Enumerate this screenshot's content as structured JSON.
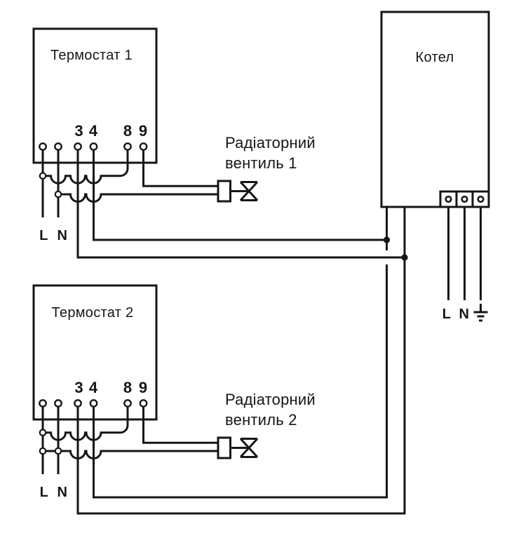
{
  "colors": {
    "background": "#ffffff",
    "line": "#161616",
    "text": "#161616"
  },
  "thermostat1": {
    "title": "Термостат 1",
    "terminals": [
      "3",
      "4",
      "8",
      "9"
    ],
    "line_label": "L",
    "neutral_label": "N"
  },
  "thermostat2": {
    "title": "Термостат 2",
    "terminals": [
      "3",
      "4",
      "8",
      "9"
    ],
    "line_label": "L",
    "neutral_label": "N"
  },
  "boiler": {
    "title": "Котел",
    "line_label": "L",
    "neutral_label": "N"
  },
  "valve1": {
    "label_line1": "Радіаторний",
    "label_line2": "вентиль 1"
  },
  "valve2": {
    "label_line1": "Радіаторний",
    "label_line2": "вентиль 2"
  },
  "icons": {
    "boiler_earth": "earth-ground-icon"
  }
}
